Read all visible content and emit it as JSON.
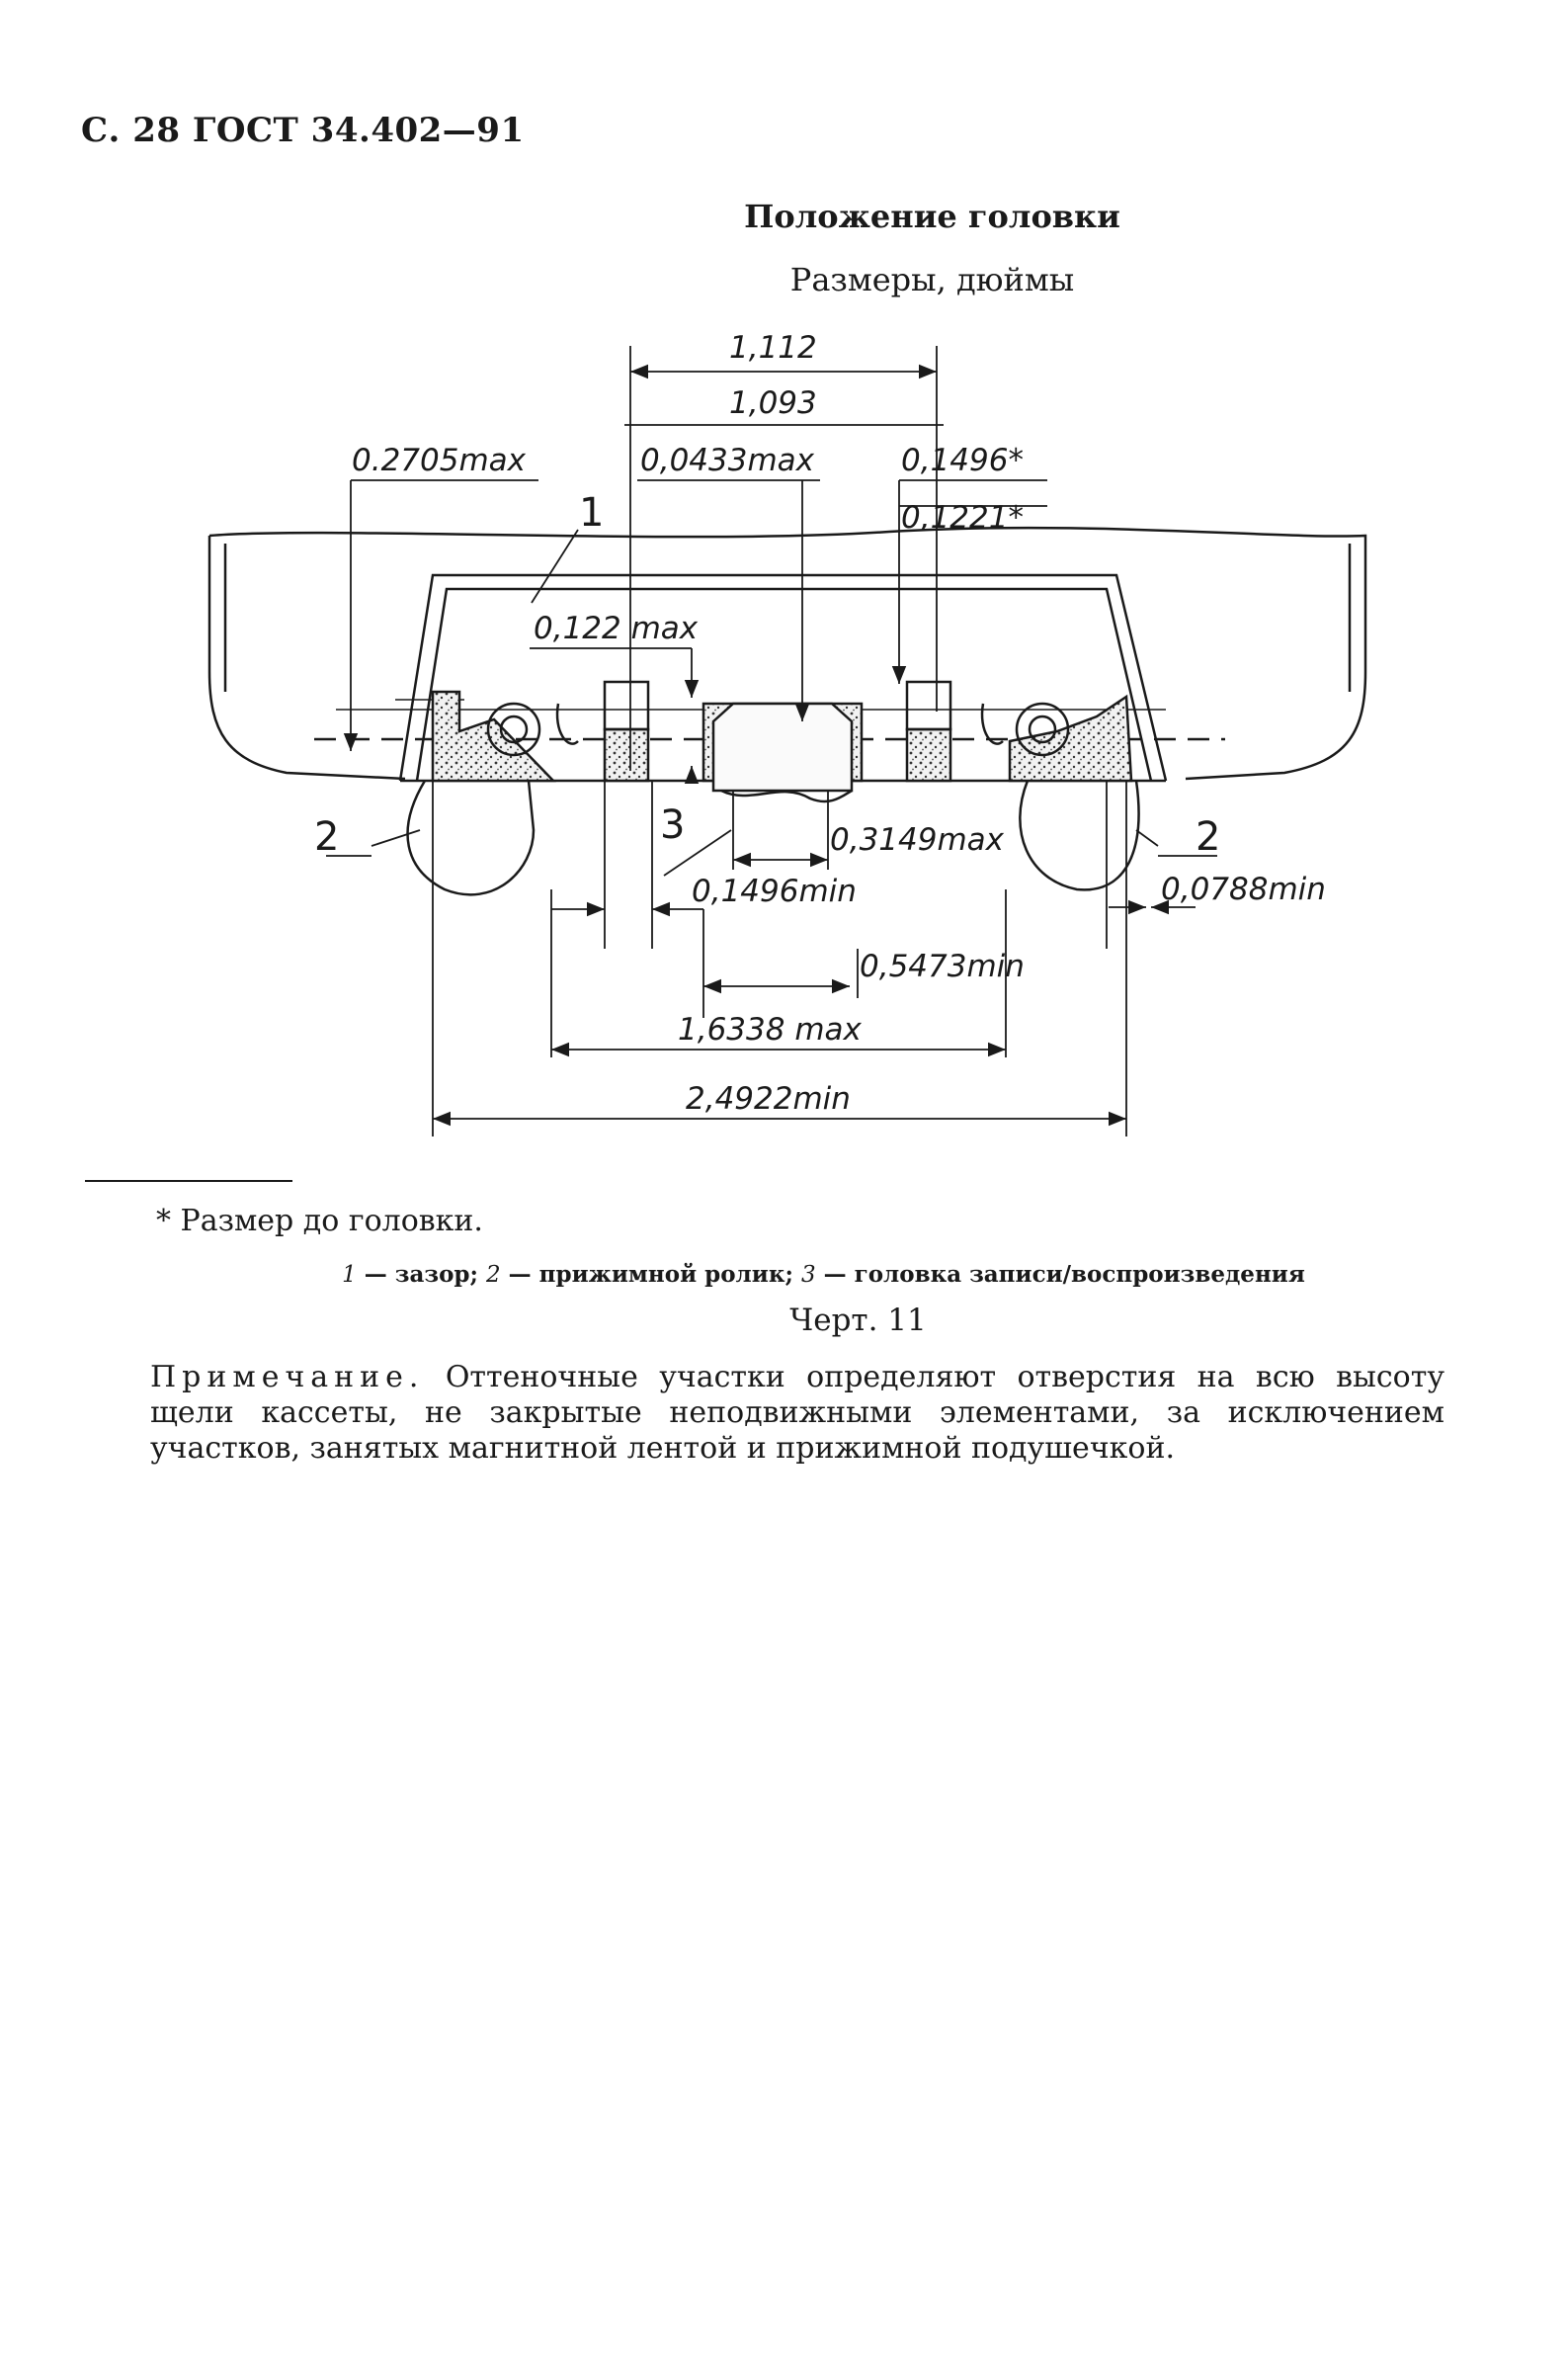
{
  "header": {
    "text": "С. 28 ГОСТ 34.402—91"
  },
  "figure": {
    "title": "Положение головки",
    "subtitle": "Размеры, дюймы",
    "dimensions": {
      "d1112": "1,112",
      "d1093": "1,093",
      "d02705": "0.2705max",
      "d00433": "0,0433max",
      "d01496s": "0,1496*",
      "d01221s": "0,1221*",
      "d0122": "0,122 max",
      "d03149": "0,3149max",
      "d01496min": "0,1496min",
      "d00788": "0,0788min",
      "d05473": "0,5473min",
      "d16338": "1,6338 max",
      "d24922": "2,4922min"
    },
    "callouts": {
      "c1": "1",
      "c2a": "2",
      "c2b": "2",
      "c3": "3"
    }
  },
  "footnote": "* Размер до головки.",
  "legend": {
    "n1": "1",
    "t1": " — зазор; ",
    "n2": "2",
    "t2": " — прижимной ролик; ",
    "n3": "3",
    "t3": " — головка записи/воспроизведения"
  },
  "caption": "Черт. 11",
  "note": {
    "label": "Примечание.",
    "text": " Оттеночные участки определяют отверстия на всю высоту щели кассеты, не закрытые неподвижными элементами, за исключением участков, занятых магнитной лентой и прижимной подушечкой."
  }
}
